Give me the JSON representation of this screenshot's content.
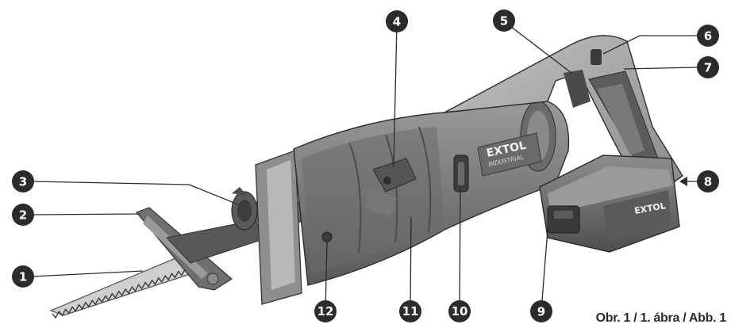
{
  "figure": {
    "caption": "Obr. 1 / 1. ábra / Abb. 1"
  },
  "brand": {
    "logo_text": "EXTOL",
    "logo_subtext": "INDUSTRIAL",
    "battery_logo_text": "EXTOL"
  },
  "callouts": [
    {
      "id": 1,
      "label": "1"
    },
    {
      "id": 2,
      "label": "2"
    },
    {
      "id": 3,
      "label": "3"
    },
    {
      "id": 4,
      "label": "4"
    },
    {
      "id": 5,
      "label": "5"
    },
    {
      "id": 6,
      "label": "6"
    },
    {
      "id": 7,
      "label": "7"
    },
    {
      "id": 8,
      "label": "8"
    },
    {
      "id": 9,
      "label": "9"
    },
    {
      "id": 10,
      "label": "10"
    },
    {
      "id": 11,
      "label": "11"
    },
    {
      "id": 12,
      "label": "12"
    }
  ],
  "colors": {
    "callout_fill": "#2b2b2b",
    "tool_dark": "#5f5f5f",
    "tool_mid": "#8a8a8a",
    "tool_light": "#b5b5b5"
  }
}
